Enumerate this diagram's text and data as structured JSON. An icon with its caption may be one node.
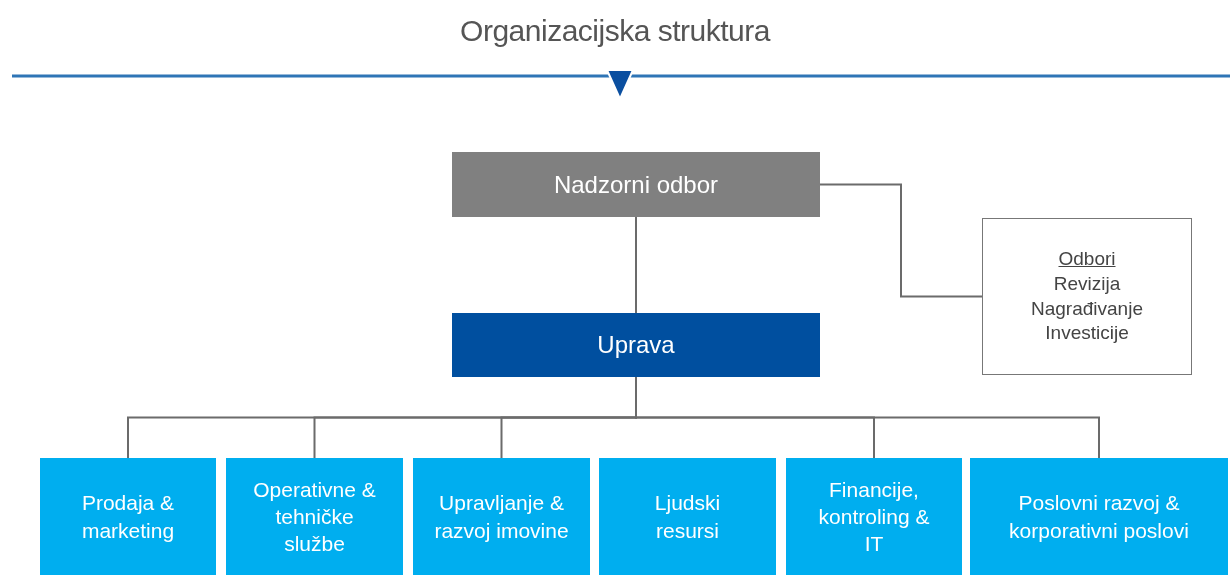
{
  "diagram": {
    "title": "Organizacijska struktura",
    "nodes": [
      {
        "text": [
          "Nadzorni odbor"
        ]
      },
      {
        "text": [
          "Odbori",
          "Revizija",
          "Nagrađivanje",
          "Investicije"
        ]
      },
      {
        "text": [
          "Uprava"
        ]
      },
      {
        "text": [
          "Prodaja & marketing"
        ]
      },
      {
        "text": [
          "Operativne & tehničke službe"
        ]
      },
      {
        "text": [
          "Upravljanje & razvoj imovine"
        ]
      },
      {
        "text": [
          "Ljudski resursi"
        ]
      },
      {
        "text": [
          "Financije, kontroling & IT"
        ]
      },
      {
        "text": [
          "Poslovni razvoj & korporativni poslovi"
        ]
      }
    ],
    "edges": [
      {
        "from": 0,
        "to": 2,
        "arrow": "none"
      },
      {
        "from": 0,
        "to": 1,
        "arrow": "none"
      },
      {
        "from": 2,
        "to": 3,
        "arrow": "none"
      },
      {
        "from": 2,
        "to": 4,
        "arrow": "none"
      },
      {
        "from": 2,
        "to": 5,
        "arrow": "none"
      },
      {
        "from": 2,
        "to": 7,
        "arrow": "none"
      },
      {
        "from": 2,
        "to": 8,
        "arrow": "none"
      }
    ]
  }
}
